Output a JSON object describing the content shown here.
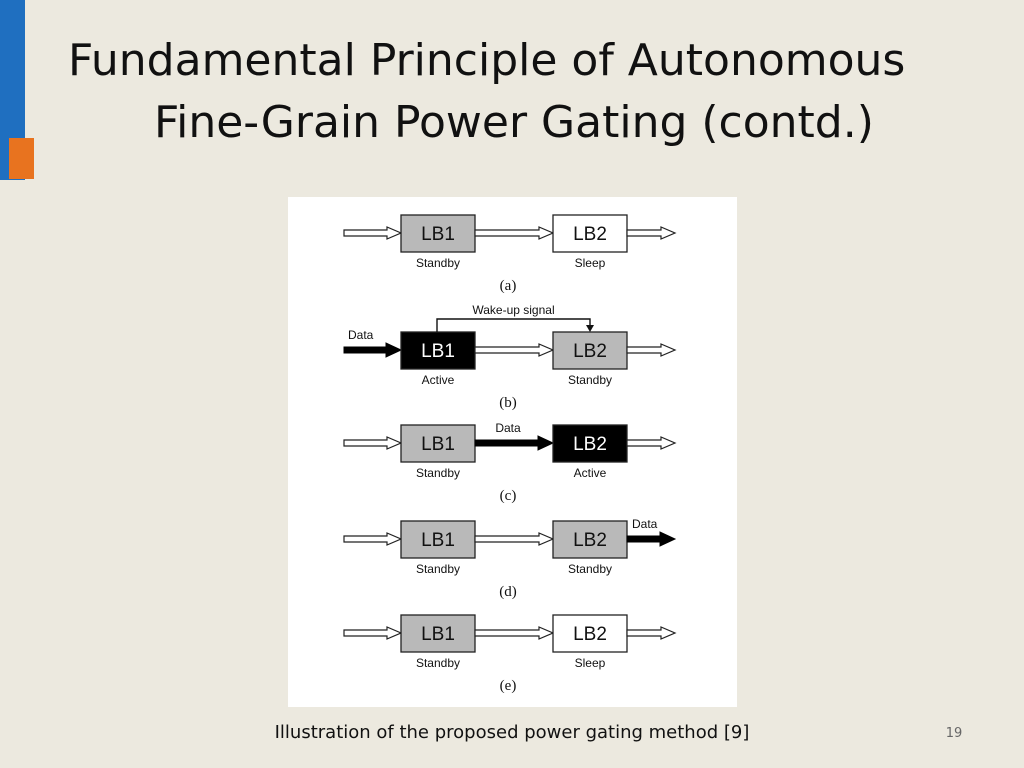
{
  "slide": {
    "title_line1": "Fundamental Principle of Autonomous",
    "title_line2": "Fine-Grain Power Gating (contd.)",
    "caption": "Illustration of the proposed power gating method [9]",
    "page_number": "19"
  },
  "colors": {
    "background": "#ece9df",
    "accent_blue": "#1f6fc0",
    "accent_orange": "#e8731f",
    "standby_fill": "#b9b9b9",
    "active_fill": "#000000",
    "sleep_fill": "#ffffff"
  },
  "diagram": {
    "panels": [
      {
        "sublabel": "(a)",
        "lb1": {
          "name": "LB1",
          "state": "Standby"
        },
        "lb2": {
          "name": "LB2",
          "state": "Sleep"
        }
      },
      {
        "sublabel": "(b)",
        "wakeup_label": "Wake-up signal",
        "input_label": "Data",
        "lb1": {
          "name": "LB1",
          "state": "Active"
        },
        "lb2": {
          "name": "LB2",
          "state": "Standby"
        }
      },
      {
        "sublabel": "(c)",
        "middle_label": "Data",
        "lb1": {
          "name": "LB1",
          "state": "Standby"
        },
        "lb2": {
          "name": "LB2",
          "state": "Active"
        }
      },
      {
        "sublabel": "(d)",
        "output_label": "Data",
        "lb1": {
          "name": "LB1",
          "state": "Standby"
        },
        "lb2": {
          "name": "LB2",
          "state": "Standby"
        }
      },
      {
        "sublabel": "(e)",
        "lb1": {
          "name": "LB1",
          "state": "Standby"
        },
        "lb2": {
          "name": "LB2",
          "state": "Sleep"
        }
      }
    ]
  }
}
